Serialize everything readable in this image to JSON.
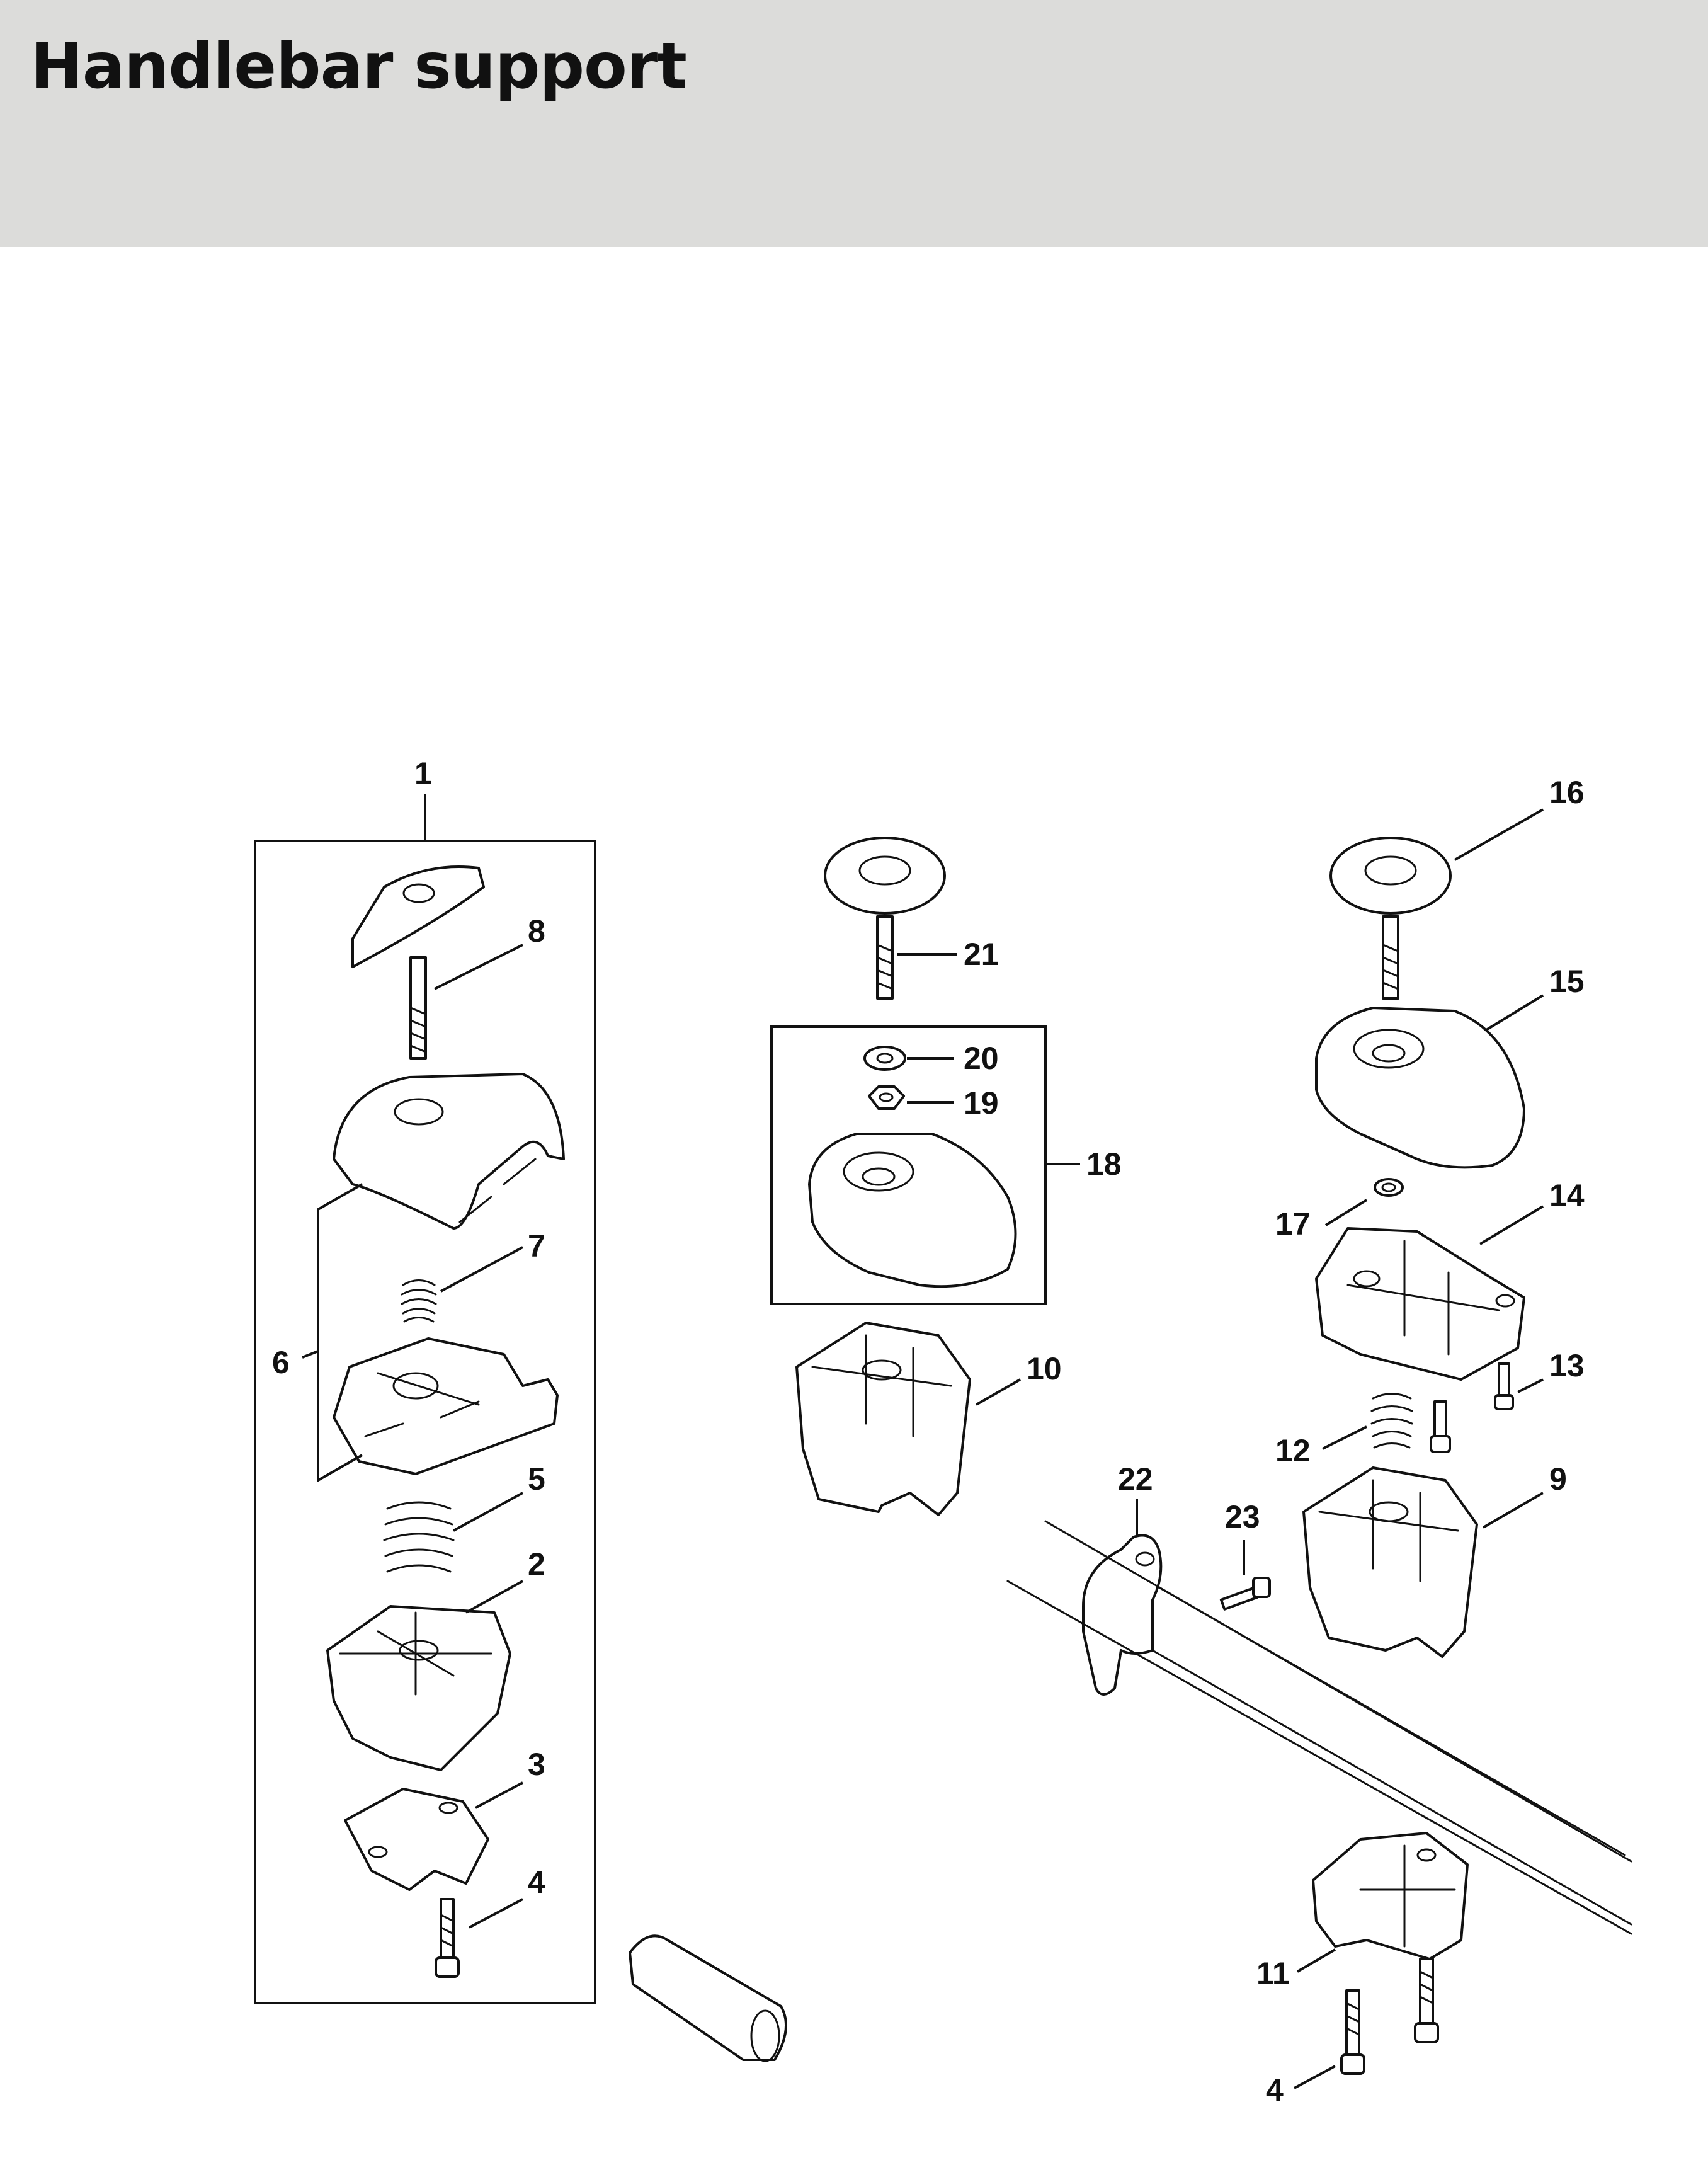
{
  "page": {
    "title": "Handlebar support"
  },
  "callouts": [
    "1",
    "2",
    "3",
    "4",
    "5",
    "6",
    "7",
    "8",
    "9",
    "10",
    "11",
    "12",
    "13",
    "14",
    "15",
    "16",
    "17",
    "18",
    "19",
    "20",
    "21",
    "22",
    "23",
    "4"
  ]
}
